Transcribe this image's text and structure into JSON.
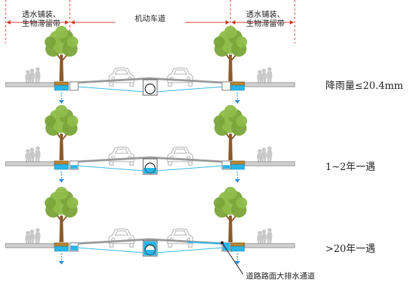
{
  "header": {
    "left_label_line1": "透水铺装、",
    "left_label_line2": "生物滞留带",
    "center_label": "机动车道",
    "right_label_line1": "透水铺装、",
    "right_label_line2": "生物滞留带"
  },
  "scenarios": [
    {
      "label": "降雨量≤20.4mm",
      "water_level": "low"
    },
    {
      "label": "1~2年一遇",
      "water_level": "medium"
    },
    {
      "label": ">20年一遇",
      "water_level": "high"
    }
  ],
  "callout": {
    "label": "道路路面大排水通道"
  },
  "colors": {
    "water": "#29b6e8",
    "pavement_gray": "#9a9a9a",
    "slab_gray": "#cfcfcf",
    "tree_green": "#7aa53a",
    "trunk_brown": "#8b5a2b",
    "soil": "#b8862e",
    "pipe_outline": "#555555",
    "dimension_red": "#d33a2c",
    "arrow_blue": "#2f8fd8"
  }
}
